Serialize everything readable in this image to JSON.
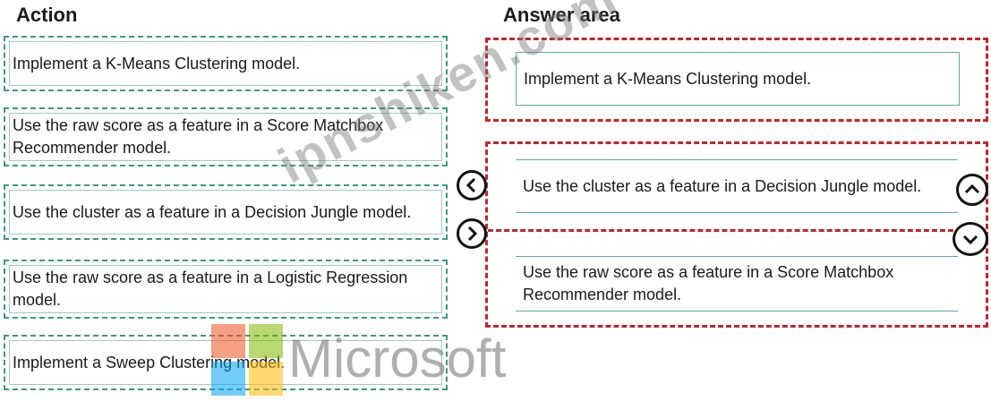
{
  "headings": {
    "action": "Action",
    "answer_area": "Answer area"
  },
  "actions": [
    "Implement a K-Means Clustering model.",
    "Use the raw score as a feature in a Score Matchbox Recommender model.",
    "Use the cluster as a feature in a Decision Jungle model.",
    "Use the raw score as a feature in a Logistic Regression model.",
    "Implement a Sweep Clustering model."
  ],
  "answers": [
    "Implement a K-Means Clustering model.",
    "Use the cluster as a feature in a Decision Jungle model.",
    "Use the raw score as a feature in a Score Matchbox Recommender model."
  ],
  "controls": {
    "move_left": "chevron-left-icon",
    "move_right": "chevron-right-icon",
    "move_up": "chevron-up-icon",
    "move_down": "chevron-down-icon"
  },
  "watermark": {
    "site": "ipnshiken.com",
    "brand": "Microsoft"
  },
  "colors": {
    "action_border": "#3a9a7e",
    "answer_border": "#c0262d",
    "item_border": "#5aa7b0"
  }
}
